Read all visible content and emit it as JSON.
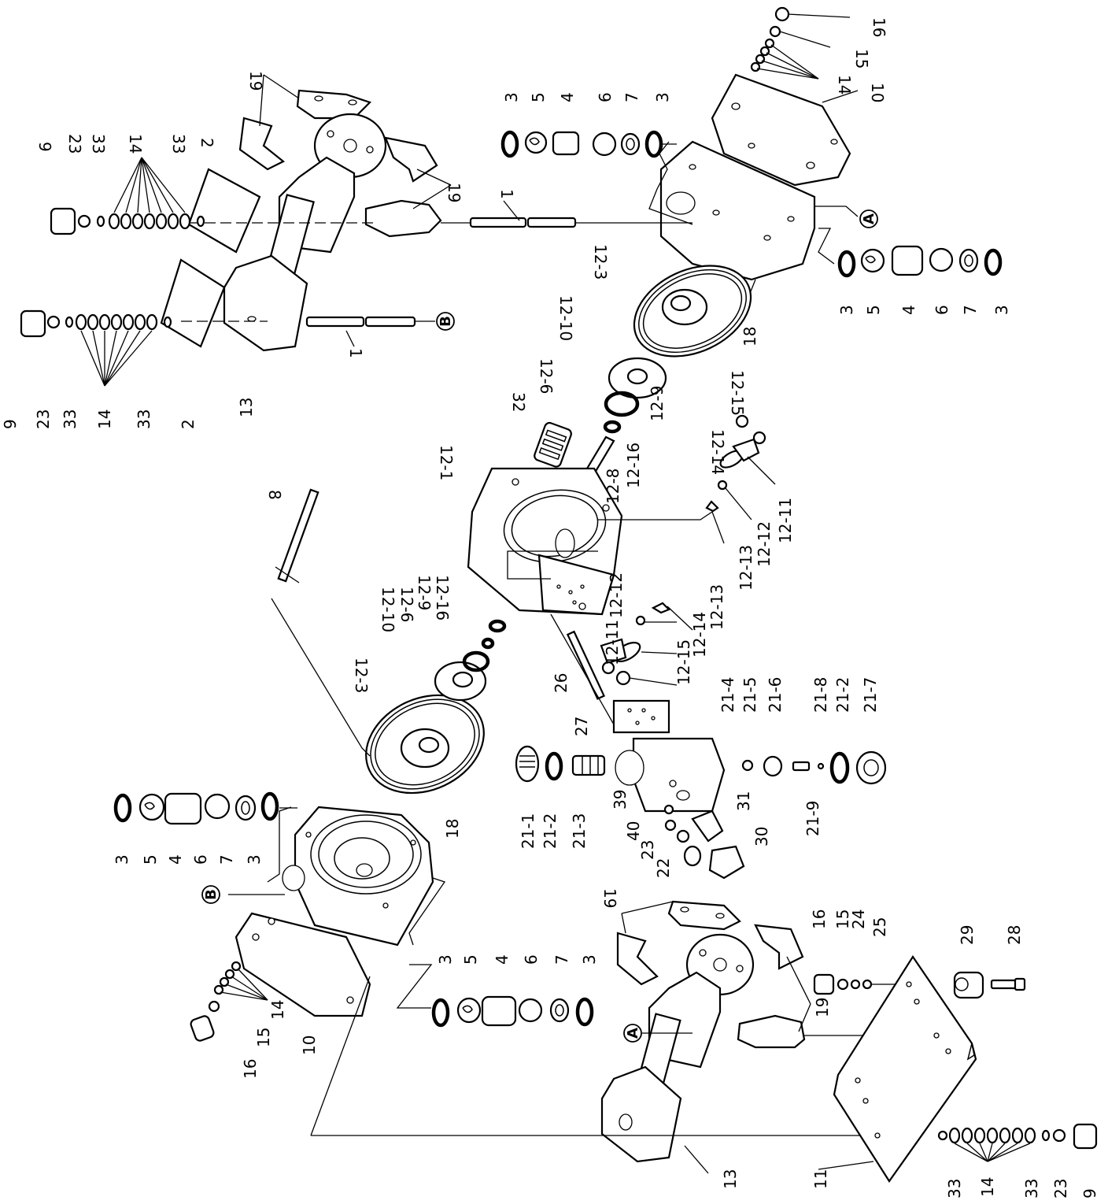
{
  "refs": {
    "a": "A",
    "b": "B"
  },
  "labels": {
    "l_16_tr": "16",
    "l_15_tr": "15",
    "l_14_tr": "14",
    "l_10_tr": "10",
    "l_3_t1": "3",
    "l_5_t": "5",
    "l_4_t": "4",
    "l_6_t": "6",
    "l_7_t": "7",
    "l_3_t2": "3",
    "l_3_r1": "3",
    "l_5_r": "5",
    "l_4_r": "4",
    "l_6_r": "6",
    "l_7_r": "7",
    "l_3_r2": "3",
    "l_18_tr": "18",
    "l_19_t": "19",
    "l_19_t2": "19",
    "l_1_t": "1",
    "l_1_b": "1",
    "l_9_tl": "9",
    "l_23_tl": "23",
    "l_33_tl1": "33",
    "l_14_tl": "14",
    "l_33_tl2": "33",
    "l_2_tl": "2",
    "l_9_ml": "9",
    "l_23_ml": "23",
    "l_33_ml1": "33",
    "l_14_ml": "14",
    "l_33_ml2": "33",
    "l_2_ml": "2",
    "l_13_ml": "13",
    "l_12_3_t": "12-3",
    "l_12_10_t": "12-10",
    "l_12_6_t": "12-6",
    "l_12_9_t": "12-9",
    "l_12_16_t": "12-16",
    "l_32": "32",
    "l_12_8_t": "12-8",
    "l_12_1": "12-1",
    "l_12_15_t": "12-15",
    "l_12_14_t": "12-14",
    "l_12_11_t": "12-11",
    "l_12_12_t": "12-12",
    "l_12_13_t": "12-13",
    "l_8": "8",
    "l_12_10_l": "12-10",
    "l_12_6_l": "12-6",
    "l_12_9_l": "12-9",
    "l_12_16_l": "12-16",
    "l_12_3_l": "12-3",
    "l_12_12_m": "12-12",
    "l_12_13_m": "12-13",
    "l_12_11_m": "12-11",
    "l_12_14_m": "12-14",
    "l_12_15_m": "12-15",
    "l_26": "26",
    "l_27": "27",
    "l_21_4": "21-4",
    "l_21_5": "21-5",
    "l_21_6": "21-6",
    "l_21_8": "21-8",
    "l_21_2_r": "21-2",
    "l_21_7": "21-7",
    "l_21_9": "21-9",
    "l_21_1": "21-1",
    "l_21_2_l": "21-2",
    "l_21_3": "21-3",
    "l_39": "39",
    "l_40": "40",
    "l_23_m": "23",
    "l_22": "22",
    "l_31": "31",
    "l_30": "30",
    "l_3_l1": "3",
    "l_5_l": "5",
    "l_4_l": "4",
    "l_6_l": "6",
    "l_7_l": "7",
    "l_3_l2": "3",
    "l_18_l": "18",
    "l_3_b1": "3",
    "l_5_b": "5",
    "l_4_b": "4",
    "l_6_b": "6",
    "l_7_b": "7",
    "l_3_b2": "3",
    "l_14_bl": "14",
    "l_15_bl": "15",
    "l_16_bl": "16",
    "l_10_bl": "10",
    "l_19_b": "19",
    "l_19_b2": "19",
    "l_16_br": "16",
    "l_15_br": "15",
    "l_24": "24",
    "l_25": "25",
    "l_29": "29",
    "l_28": "28",
    "l_13_b": "13",
    "l_11": "11",
    "l_33_b1": "33",
    "l_14_b": "14",
    "l_33_b2": "33",
    "l_23_b": "23",
    "l_9_b": "9"
  }
}
